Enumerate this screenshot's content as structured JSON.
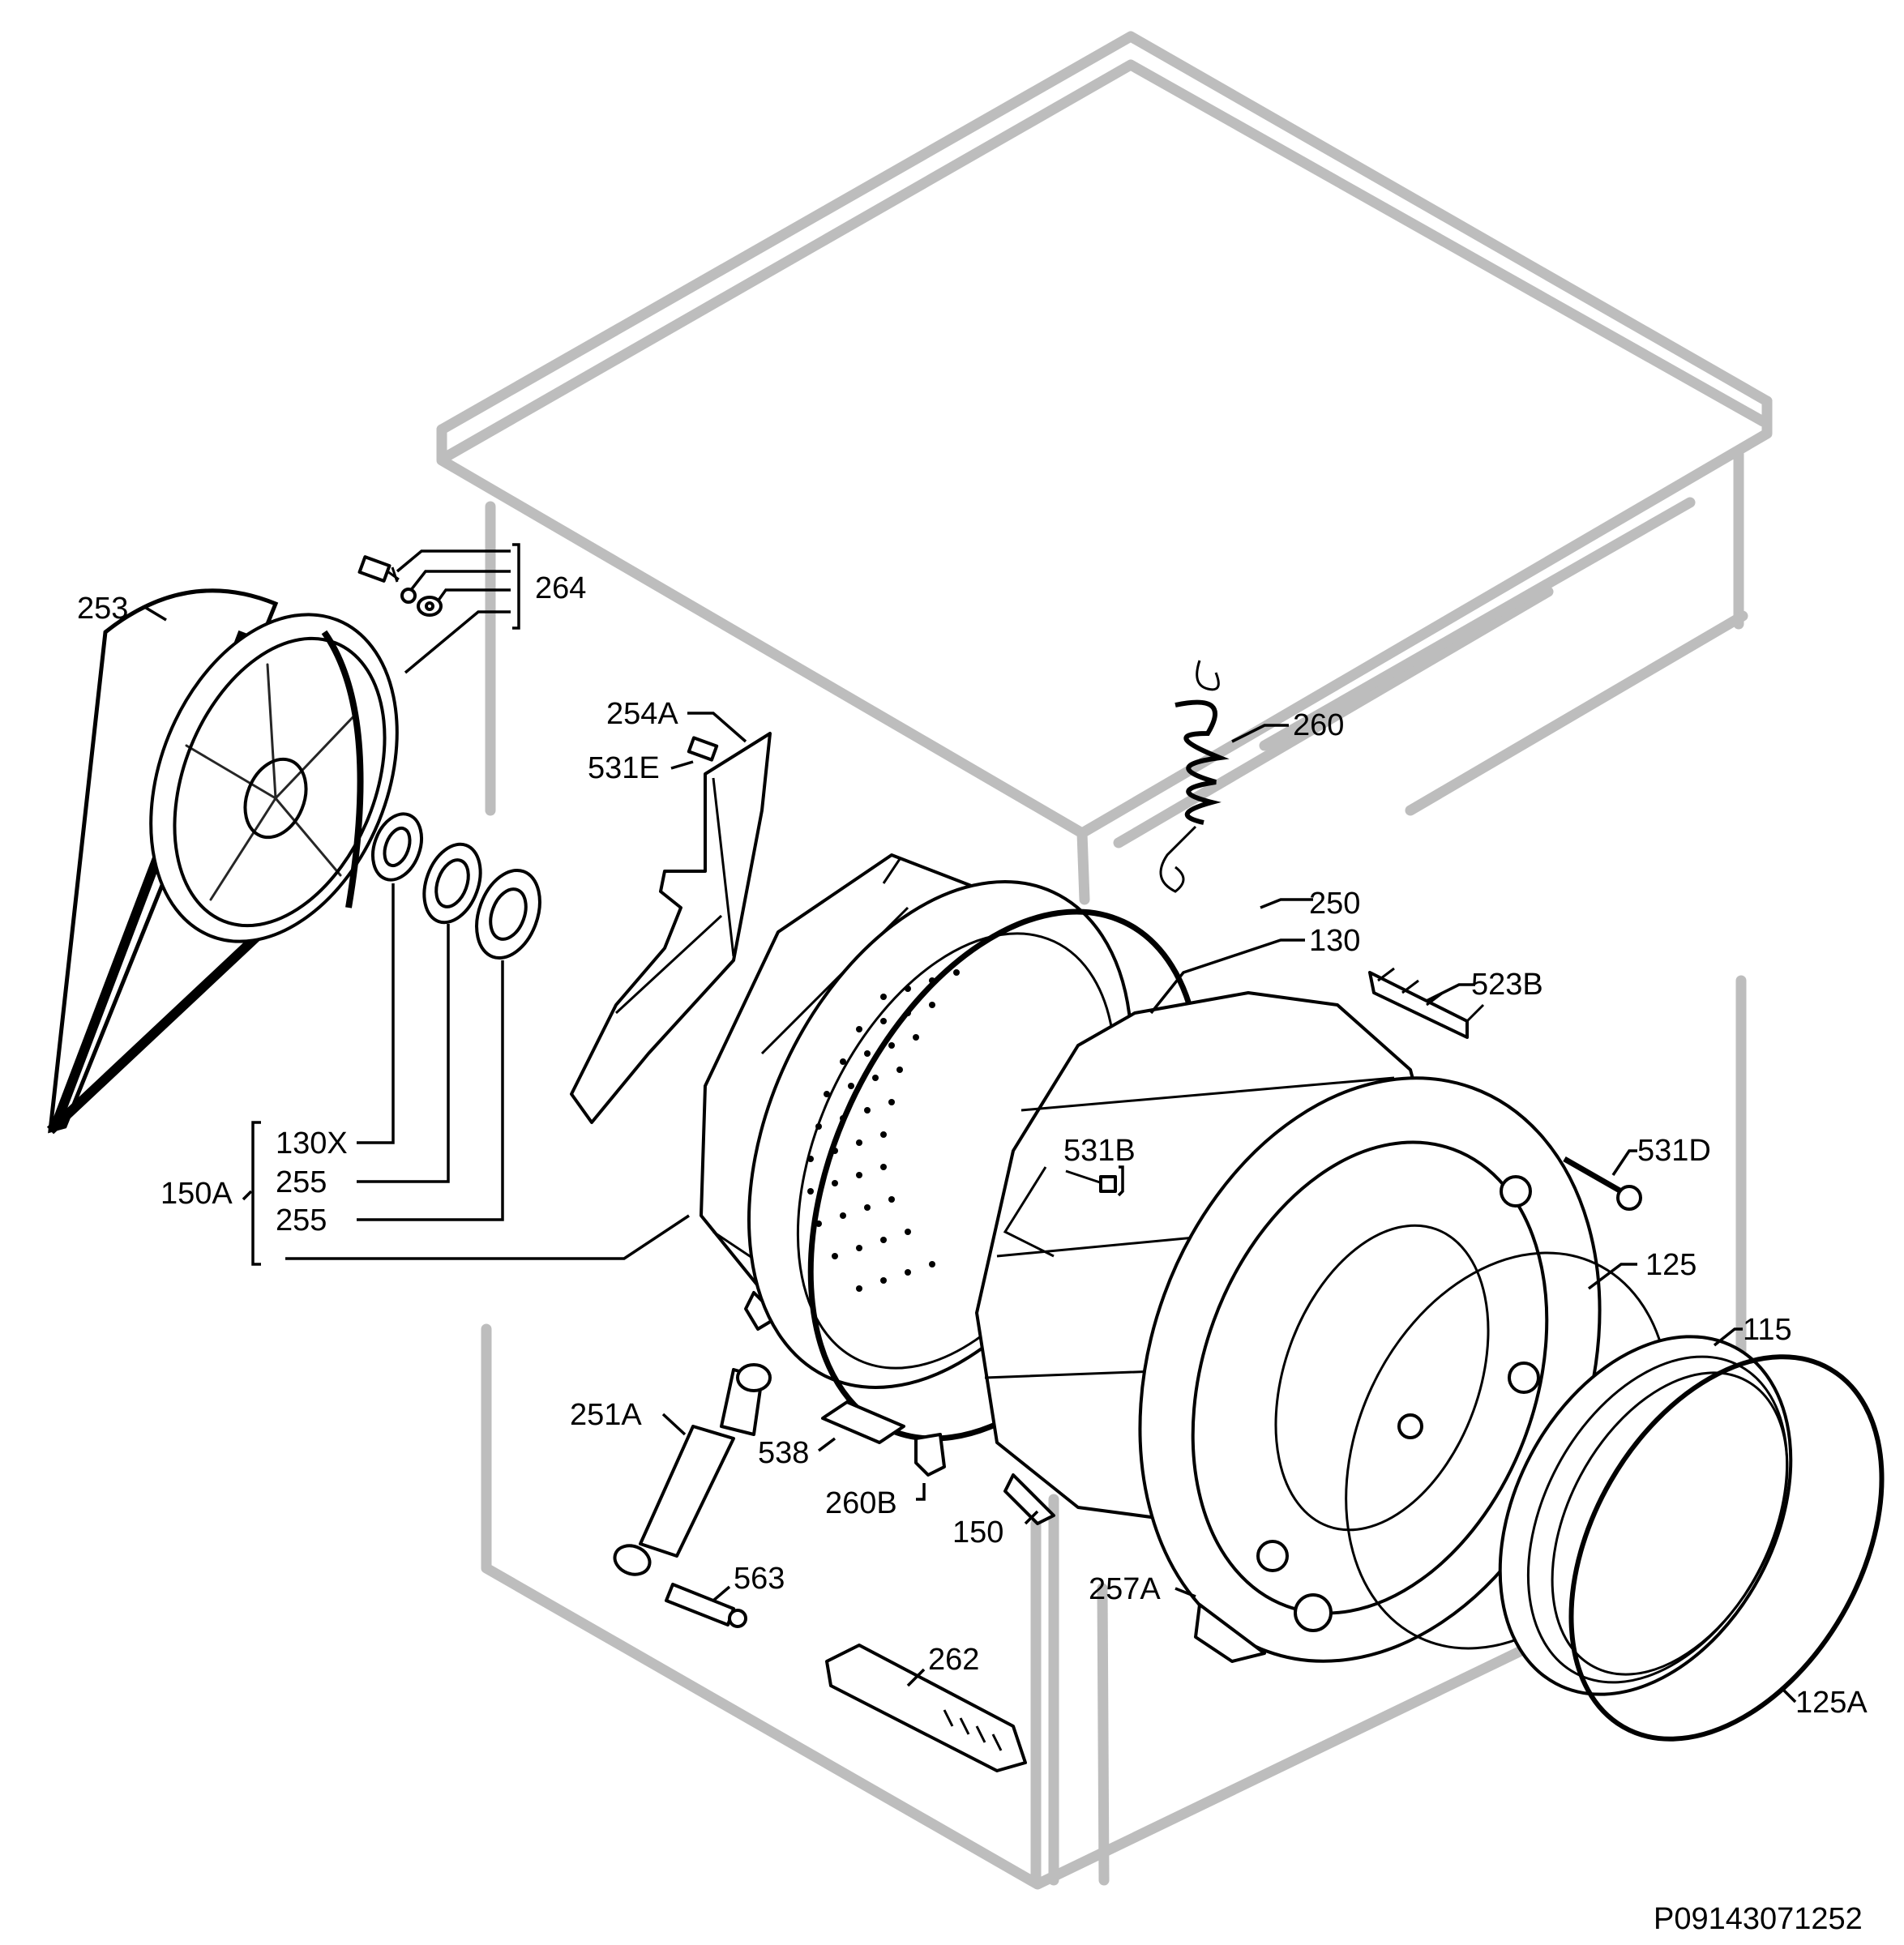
{
  "labels": {
    "l253": "253",
    "l264": "264",
    "l254A": "254A",
    "l531E": "531E",
    "l260": "260",
    "l250": "250",
    "l130": "130",
    "l523B": "523B",
    "l531B": "531B",
    "l531D": "531D",
    "l130X": "130X",
    "l150A": "150A",
    "l255a": "255",
    "l255b": "255",
    "l125": "125",
    "l115": "115",
    "l251A": "251A",
    "l538": "538",
    "l260B": "260B",
    "l150": "150",
    "l257A": "257A",
    "l563": "563",
    "l262": "262",
    "l125A": "125A"
  },
  "drawing_code": "P09143071252"
}
